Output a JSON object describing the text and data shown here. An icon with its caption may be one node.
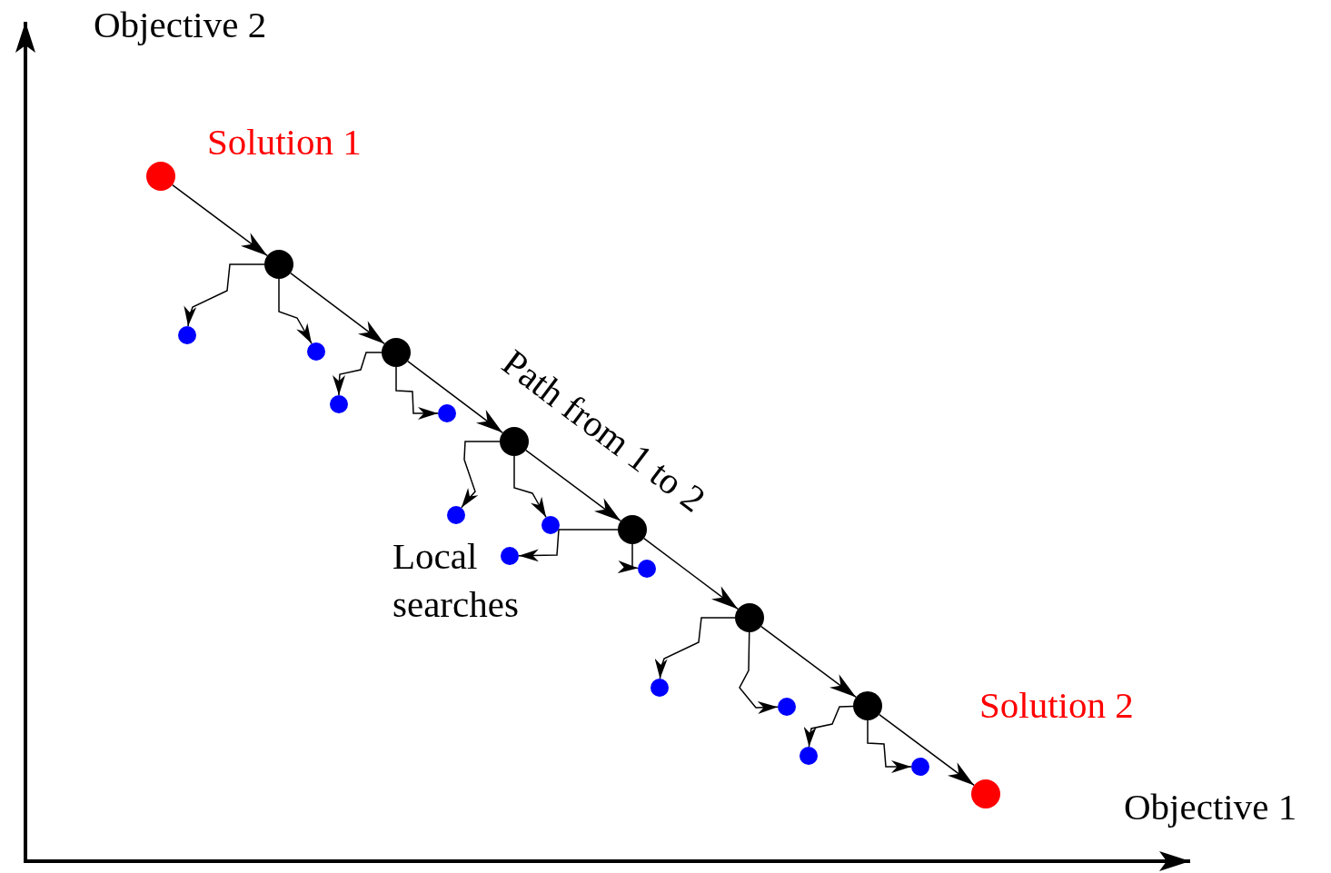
{
  "diagram": {
    "nodes": [
      {
        "text": [],
        "shape": "circle",
        "beside": [
          "Solution 1"
        ]
      },
      {
        "text": [],
        "shape": "circle"
      },
      {
        "text": [],
        "shape": "circle"
      },
      {
        "text": [],
        "shape": "circle"
      },
      {
        "text": [],
        "shape": "circle"
      },
      {
        "text": [],
        "shape": "circle"
      },
      {
        "text": [],
        "shape": "circle"
      },
      {
        "text": [],
        "shape": "circle",
        "beside": [
          "Solution 2"
        ]
      },
      {
        "text": [],
        "shape": "circle"
      },
      {
        "text": [],
        "shape": "circle"
      },
      {
        "text": [],
        "shape": "circle"
      },
      {
        "text": [],
        "shape": "circle"
      },
      {
        "text": [],
        "shape": "circle"
      },
      {
        "text": [],
        "shape": "circle"
      },
      {
        "text": [],
        "shape": "circle"
      },
      {
        "text": [],
        "shape": "circle"
      },
      {
        "text": [],
        "shape": "circle"
      },
      {
        "text": [],
        "shape": "circle"
      },
      {
        "text": [],
        "shape": "circle"
      },
      {
        "text": [],
        "shape": "circle"
      }
    ],
    "edges": [
      {
        "from": 0,
        "to": 1,
        "arrow": "to"
      },
      {
        "from": 1,
        "to": 2,
        "arrow": "to"
      },
      {
        "from": 2,
        "to": 3,
        "arrow": "to"
      },
      {
        "from": 3,
        "to": 4,
        "arrow": "to"
      },
      {
        "from": 4,
        "to": 5,
        "arrow": "to"
      },
      {
        "from": 5,
        "to": 6,
        "arrow": "to"
      },
      {
        "from": 6,
        "to": 7,
        "arrow": "to"
      },
      {
        "from": 1,
        "to": 8,
        "arrow": "to"
      },
      {
        "from": 1,
        "to": 9,
        "arrow": "to"
      },
      {
        "from": 2,
        "to": 10,
        "arrow": "to"
      },
      {
        "from": 2,
        "to": 11,
        "arrow": "to"
      },
      {
        "from": 3,
        "to": 12,
        "arrow": "to"
      },
      {
        "from": 3,
        "to": 13,
        "arrow": "to"
      },
      {
        "from": 4,
        "to": 14,
        "arrow": "to"
      },
      {
        "from": 4,
        "to": 15,
        "arrow": "to"
      },
      {
        "from": 5,
        "to": 16,
        "arrow": "to"
      },
      {
        "from": 5,
        "to": 17,
        "arrow": "to"
      },
      {
        "from": 6,
        "to": 18,
        "arrow": "to"
      },
      {
        "from": 6,
        "to": 19,
        "arrow": "to"
      }
    ],
    "labels": [
      "Objective 2",
      "Path from 1 to 2",
      "Local searches",
      "Objective 1"
    ]
  }
}
